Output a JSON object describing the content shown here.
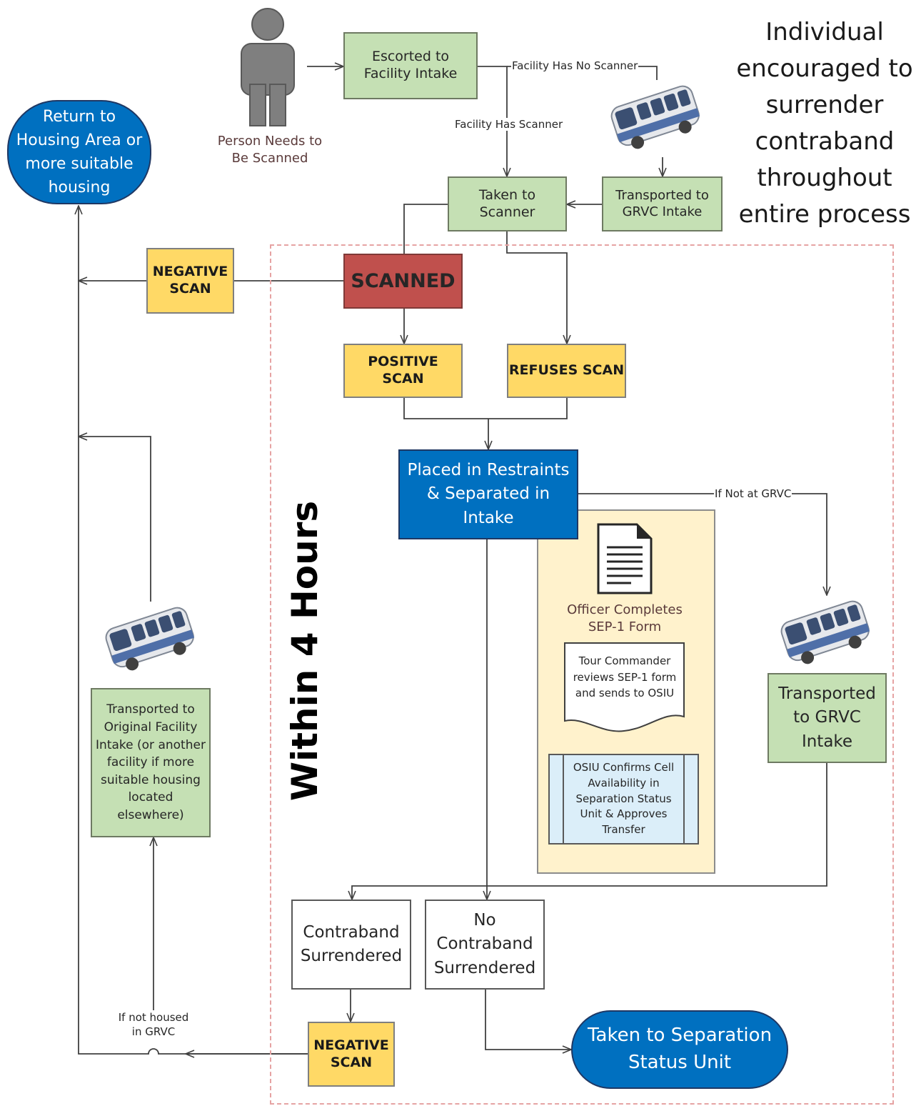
{
  "annotation": "Individual\nencouraged to\nsurrender\ncontraband\nthroughout\nentire process",
  "time_window_label": "Within 4 Hours",
  "icons": {
    "person": "person-icon",
    "bus": "bus-icon",
    "document": "document-icon"
  },
  "colors": {
    "process_green": "#c5e0b4",
    "scan_yellow": "#ffd966",
    "scanned_red": "#c0504d",
    "action_blue": "#0070c0",
    "panel_cream": "#fff2cc",
    "window_border": "#e6a3a3",
    "confirm_blue": "#dbeef9"
  },
  "nodes": {
    "person": "Person Needs to\nBe Scanned",
    "escorted": "Escorted to\nFacility Intake",
    "taken_scanner": "Taken to\nScanner",
    "transported_grvc_top": "Transported to\nGRVC Intake",
    "return_housing": "Return to\nHousing Area or\nmore suitable\nhousing",
    "negative_scan_top": "NEGATIVE\nSCAN",
    "scanned": "SCANNED",
    "positive_scan": "POSITIVE SCAN",
    "refuses_scan": "REFUSES SCAN",
    "restraints": "Placed in Restraints\n& Separated in\nIntake",
    "officer_form": "Officer Completes\nSEP-1 Form",
    "tour_commander": "Tour Commander\nreviews SEP-1 form\nand sends to OSIU",
    "osiu_confirms": "OSIU Confirms Cell\nAvailability in\nSeparation Status\nUnit & Approves\nTransfer",
    "transported_grvc_right": "Transported\nto GRVC\nIntake",
    "transported_original": "Transported to\nOriginal Facility\nIntake (or another\nfacility if more\nsuitable housing\nlocated\nelsewhere)",
    "contraband_surrendered": "Contraband\nSurrendered",
    "no_contraband": "No\nContraband\nSurrendered",
    "negative_scan_bottom": "NEGATIVE\nSCAN",
    "separation_unit": "Taken to Separation\nStatus Unit"
  },
  "edge_labels": {
    "no_scanner": "Facility Has No Scanner",
    "has_scanner": "Facility Has Scanner",
    "not_at_grvc": "If Not at GRVC",
    "not_housed": "If not housed\nin GRVC"
  }
}
